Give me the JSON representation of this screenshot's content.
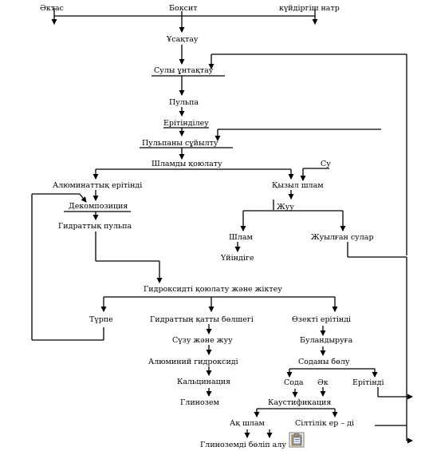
{
  "diagram": {
    "nodes": {
      "ektas": "Әктас",
      "boksit": "Боксит",
      "kuidirgish": "күйдіргіш натр",
      "usaktau": "Ұсақтау",
      "suly_unt": "Сулы ұнтақтау",
      "pulpa": "Пульпа",
      "eritindiley": "Ерітінділеу",
      "pulpany_suyultu": "Пульпаны сұйылту",
      "shlamdy_koiu": "Шламды қоюлату",
      "aluminat": "Алюминаттық ерітінді",
      "su": "Су",
      "kyzyl_shlam": "Қызыл шлам",
      "dekompoziciya": "Декомпозиция",
      "zhuu": "Жуу",
      "gidrat_pulpa": "Гидраттық пульпа",
      "shlam": "Шлам",
      "uindige": "Үйіндіге",
      "zhuylgan_sular": "Жуылған сулар",
      "gidroksid_koiu": "Гидроксидті қоюлату және жіктеу",
      "turpe": "Түрпе",
      "gidrat_katy": "Гидраттың қатты бөлшегі",
      "ozekti": "Өзекті ерітінді",
      "suzu_zhuu": "Сүзу және жуу",
      "bulandyru": "Буландыруға",
      "al_gidroksid": "Алюминий гидроксиді",
      "sodany_bolu": "Соданы бөлу",
      "kalcinaciya": "Кальцинация",
      "soda": "Сода",
      "ak": "Әк",
      "eritindi": "Ерітінді",
      "glinozem": "Глинозем",
      "kaustifikaciya": "Каустификация",
      "ak_shlam": "Ақ шлам",
      "siltilik": "Сілтілік ер – ді",
      "bolip_alu": "Глиноземді бөліп алу"
    }
  },
  "colors": {
    "line": "#000000",
    "background": "#ffffff",
    "icon_accent": "#2a4fa8"
  },
  "icons": {
    "corner": "clipboard-icon"
  }
}
